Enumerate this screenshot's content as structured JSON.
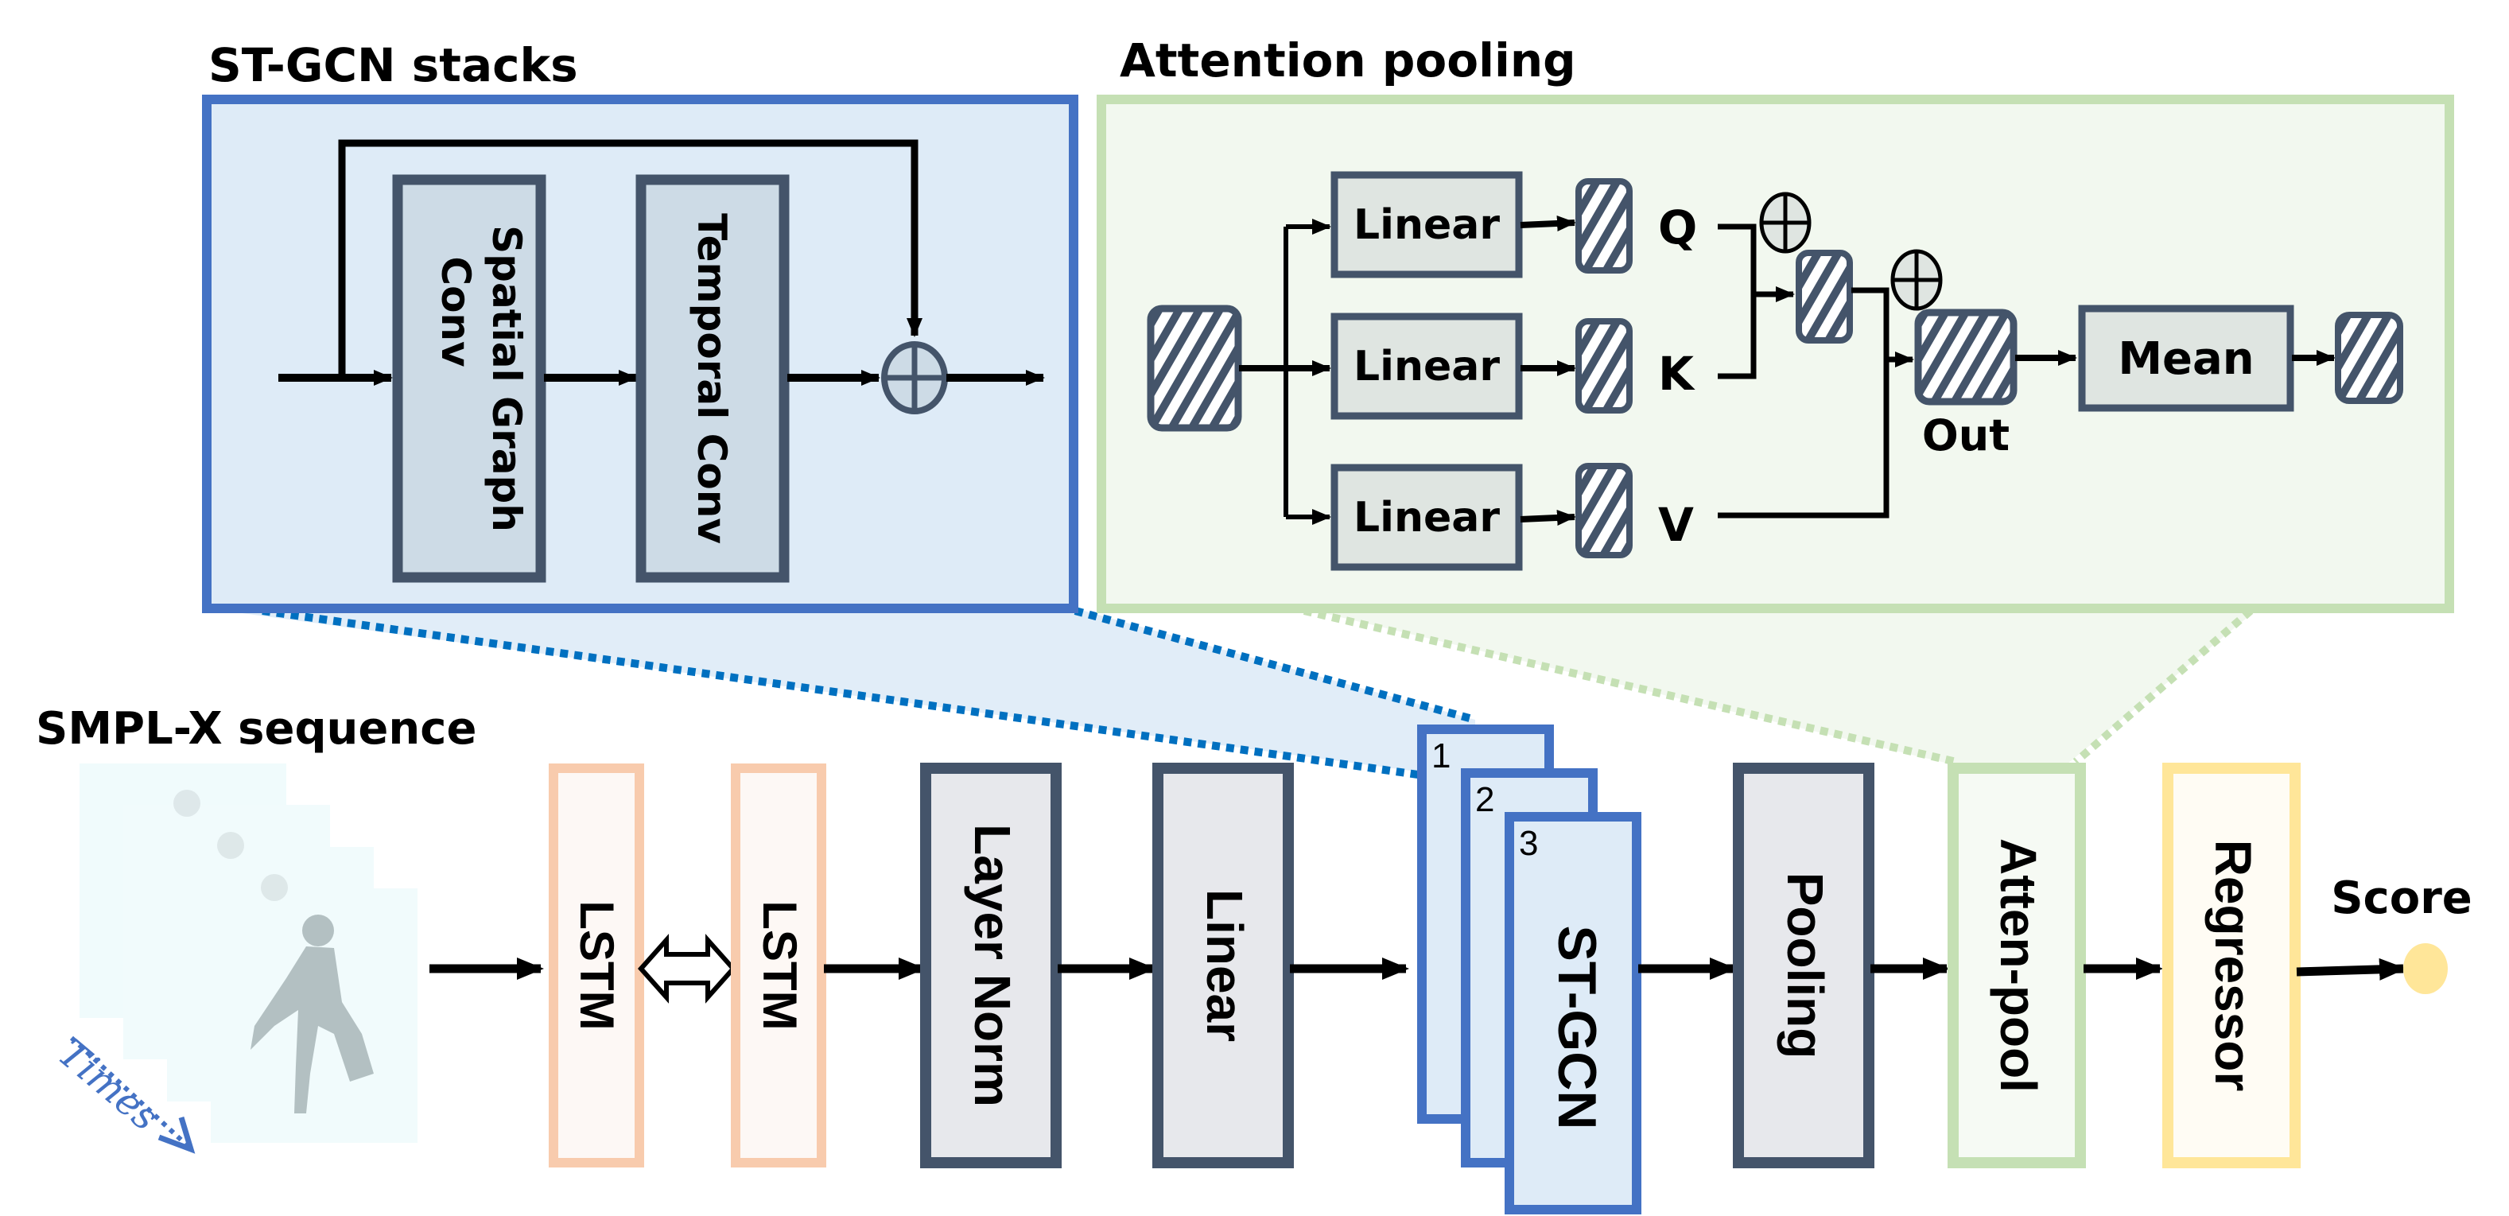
{
  "diagram": {
    "stgcn_panel": {
      "title": "ST-GCN stacks",
      "blocks": [
        "Spatial Graph",
        "Conv",
        "Temporal Conv"
      ],
      "operator": "⊕"
    },
    "attention_panel": {
      "title": "Attention pooling",
      "linear_labels": [
        "Linear",
        "Linear",
        "Linear"
      ],
      "qkv_labels": [
        "Q",
        "K",
        "V"
      ],
      "out_label": "Out",
      "mean_label": "Mean"
    },
    "input": {
      "title": "SMPL-X sequence",
      "time_label": "Times"
    },
    "pipeline": {
      "lstm1": "LSTM",
      "lstm2": "LSTM",
      "layernorm": "Layer Norm",
      "linear": "Linear",
      "stgcn": "ST-GCN",
      "stack_numbers": [
        "1",
        "2",
        "3"
      ],
      "pooling": "Pooling",
      "attenpool": "Atten-pool",
      "regressor": "Regressor",
      "output": "Score"
    },
    "colors": {
      "stgcn_border": "#4472c4",
      "stgcn_fill": "#deebf7",
      "attn_border": "#c5e0b4",
      "attn_fill": "#f2f8ef",
      "dark_border": "#44546a",
      "lstm_border": "#f8cbad",
      "regressor_border": "#ffe699",
      "score_dot": "#ffe699"
    }
  }
}
